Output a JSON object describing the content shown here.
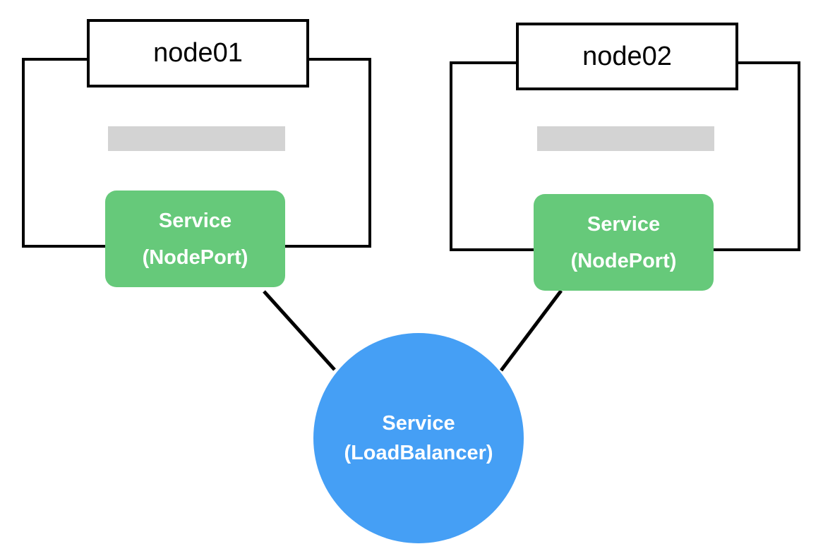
{
  "nodes": [
    {
      "label": "node01",
      "service": {
        "line1": "Service",
        "line2": "(NodePort)"
      }
    },
    {
      "label": "node02",
      "service": {
        "line1": "Service",
        "line2": "(NodePort)"
      }
    }
  ],
  "load_balancer": {
    "line1": "Service",
    "line2": "(LoadBalancer)"
  },
  "colors": {
    "nodeport_fill": "#66c97a",
    "loadbalancer_fill": "#459ff5",
    "placeholder_fill": "#d3d3d3",
    "outline": "#000000",
    "text_on_shape": "#ffffff"
  }
}
